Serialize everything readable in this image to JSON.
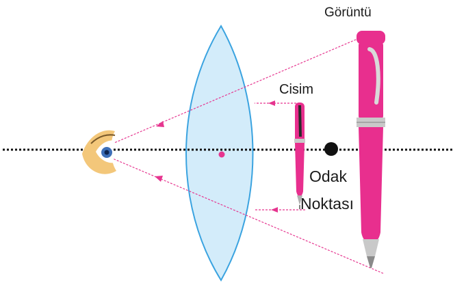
{
  "labels": {
    "image": "Görüntü",
    "object": "Cisim",
    "focal_line1": "Odak",
    "focal_line2": "Noktası"
  },
  "colors": {
    "lens_fill": "#d3ecfa",
    "lens_stroke": "#3aa3e0",
    "ray": "#e6358f",
    "pen_body": "#e82f8e",
    "pen_metal": "#c9c9c9",
    "axis": "#111111",
    "skin": "#f3c77a",
    "iris": "#3d6fb8"
  },
  "icons": {
    "viewer": "eye-icon",
    "object": "pen-icon",
    "image": "large-pen-icon",
    "focal_point": "focal-point-dot"
  }
}
